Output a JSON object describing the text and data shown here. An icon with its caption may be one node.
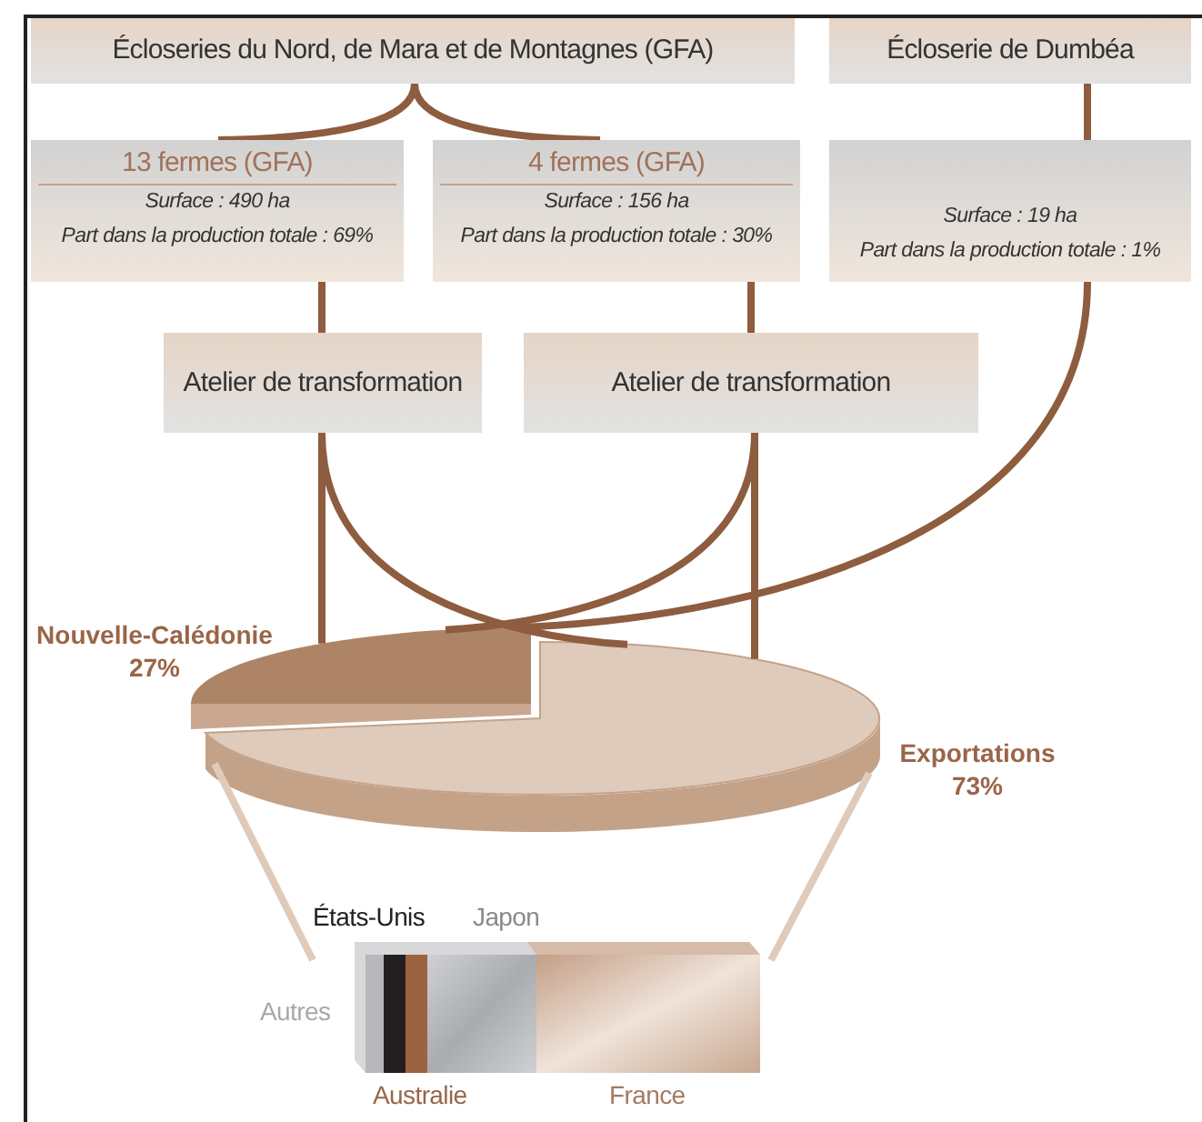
{
  "diagram": {
    "nodes": [
      {
        "text": [
          "Écloseries du Nord, de Mara et de Montagnes (GFA)"
        ]
      },
      {
        "text": [
          "Écloserie de Dumbéa"
        ]
      },
      {
        "text": [
          "13 fermes (GFA)",
          "Surface : 490 ha",
          "Part dans la production totale : 69%"
        ]
      },
      {
        "text": [
          "4 fermes (GFA)",
          "Surface : 156 ha",
          "Part dans la production totale : 30%"
        ]
      },
      {
        "text": [
          "Surface : 19 ha",
          "Part dans la production totale : 1%"
        ]
      },
      {
        "text": [
          "Atelier de transformation"
        ]
      },
      {
        "text": [
          "Atelier de transformation"
        ]
      },
      {
        "text": [],
        "shape": "slice",
        "beside": [
          "Nouvelle-Calédonie 27%"
        ]
      },
      {
        "text": [],
        "shape": "slice",
        "beside": [
          "Exportations 73%"
        ]
      }
    ],
    "edges": [
      {
        "from": 0,
        "to": 2,
        "arrow": "none"
      },
      {
        "from": 0,
        "to": 3,
        "arrow": "none"
      },
      {
        "from": 1,
        "to": 4,
        "arrow": "none"
      },
      {
        "from": 2,
        "to": 5,
        "arrow": "none"
      },
      {
        "from": 3,
        "to": 6,
        "arrow": "none"
      },
      {
        "from": 4,
        "to": 7,
        "arrow": "none"
      },
      {
        "from": 5,
        "to": 7,
        "arrow": "none"
      },
      {
        "from": 5,
        "to": 8,
        "arrow": "none"
      },
      {
        "from": 6,
        "to": 7,
        "arrow": "none"
      },
      {
        "from": 6,
        "to": 8,
        "arrow": "none"
      }
    ],
    "labels": [
      "États-Unis",
      "Japon",
      "Autres",
      "Australie",
      "France"
    ]
  }
}
